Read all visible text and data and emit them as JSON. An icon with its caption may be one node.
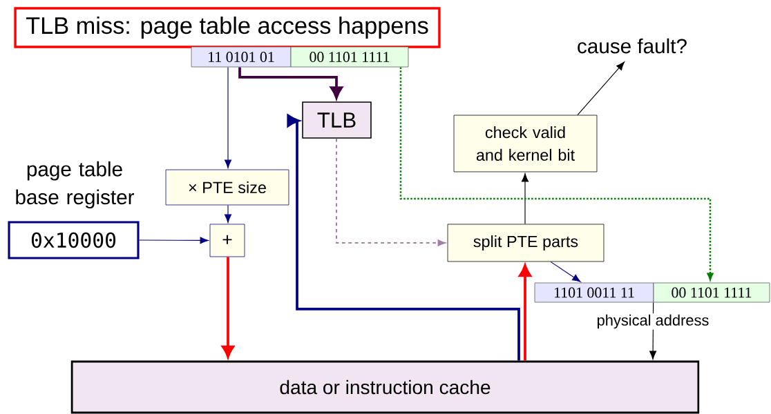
{
  "diagram": {
    "nodes": [
      {
        "text": [
          "TLB miss: page table access happens"
        ]
      },
      {
        "text": [
          "11 0101 01"
        ]
      },
      {
        "text": [
          "00 1101 1111"
        ]
      },
      {
        "text": [
          "TLB"
        ]
      },
      {
        "text": [
          "page table base register",
          "0x10000"
        ]
      },
      {
        "text": [
          "× PTE size"
        ]
      },
      {
        "text": [
          "+"
        ]
      },
      {
        "text": [
          "check valid and kernel bit"
        ]
      },
      {
        "text": [
          "cause fault?"
        ]
      },
      {
        "text": [
          "split PTE parts"
        ]
      },
      {
        "text": [
          "1101 0011 11"
        ]
      },
      {
        "text": [
          "00 1101 1111"
        ]
      },
      {
        "text": [
          "data or instruction cache"
        ]
      }
    ],
    "edges": [
      {
        "from": 1,
        "to": 5,
        "arrow": "to"
      },
      {
        "from": 1,
        "to": 3,
        "arrow": "to",
        "style": "thick",
        "color": "#400040"
      },
      {
        "from": 5,
        "to": 6,
        "arrow": "to"
      },
      {
        "from": 4,
        "to": 6,
        "arrow": "to"
      },
      {
        "from": 6,
        "to": 12,
        "arrow": "to",
        "style": "thick",
        "color": "#ff0000"
      },
      {
        "from": 12,
        "to": 9,
        "arrow": "to",
        "style": "thick",
        "color": "#ff0000"
      },
      {
        "from": 3,
        "to": 9,
        "arrow": "to",
        "style": "dashed",
        "color": "#a080a8"
      },
      {
        "from": 12,
        "to": 3,
        "arrow": "to",
        "style": "thick"
      },
      {
        "from": 9,
        "to": 7,
        "arrow": "to",
        "color": "#000000"
      },
      {
        "from": 7,
        "to": 8,
        "arrow": "to",
        "color": "#000000"
      },
      {
        "from": 9,
        "to": 10,
        "arrow": "to"
      },
      {
        "from": 2,
        "to": 11,
        "arrow": "to",
        "style": "dashed",
        "color": "#008000"
      },
      {
        "from": 11,
        "to": 12,
        "arrow": "to",
        "color": "#000000"
      }
    ],
    "labels": [
      "physical address"
    ]
  }
}
